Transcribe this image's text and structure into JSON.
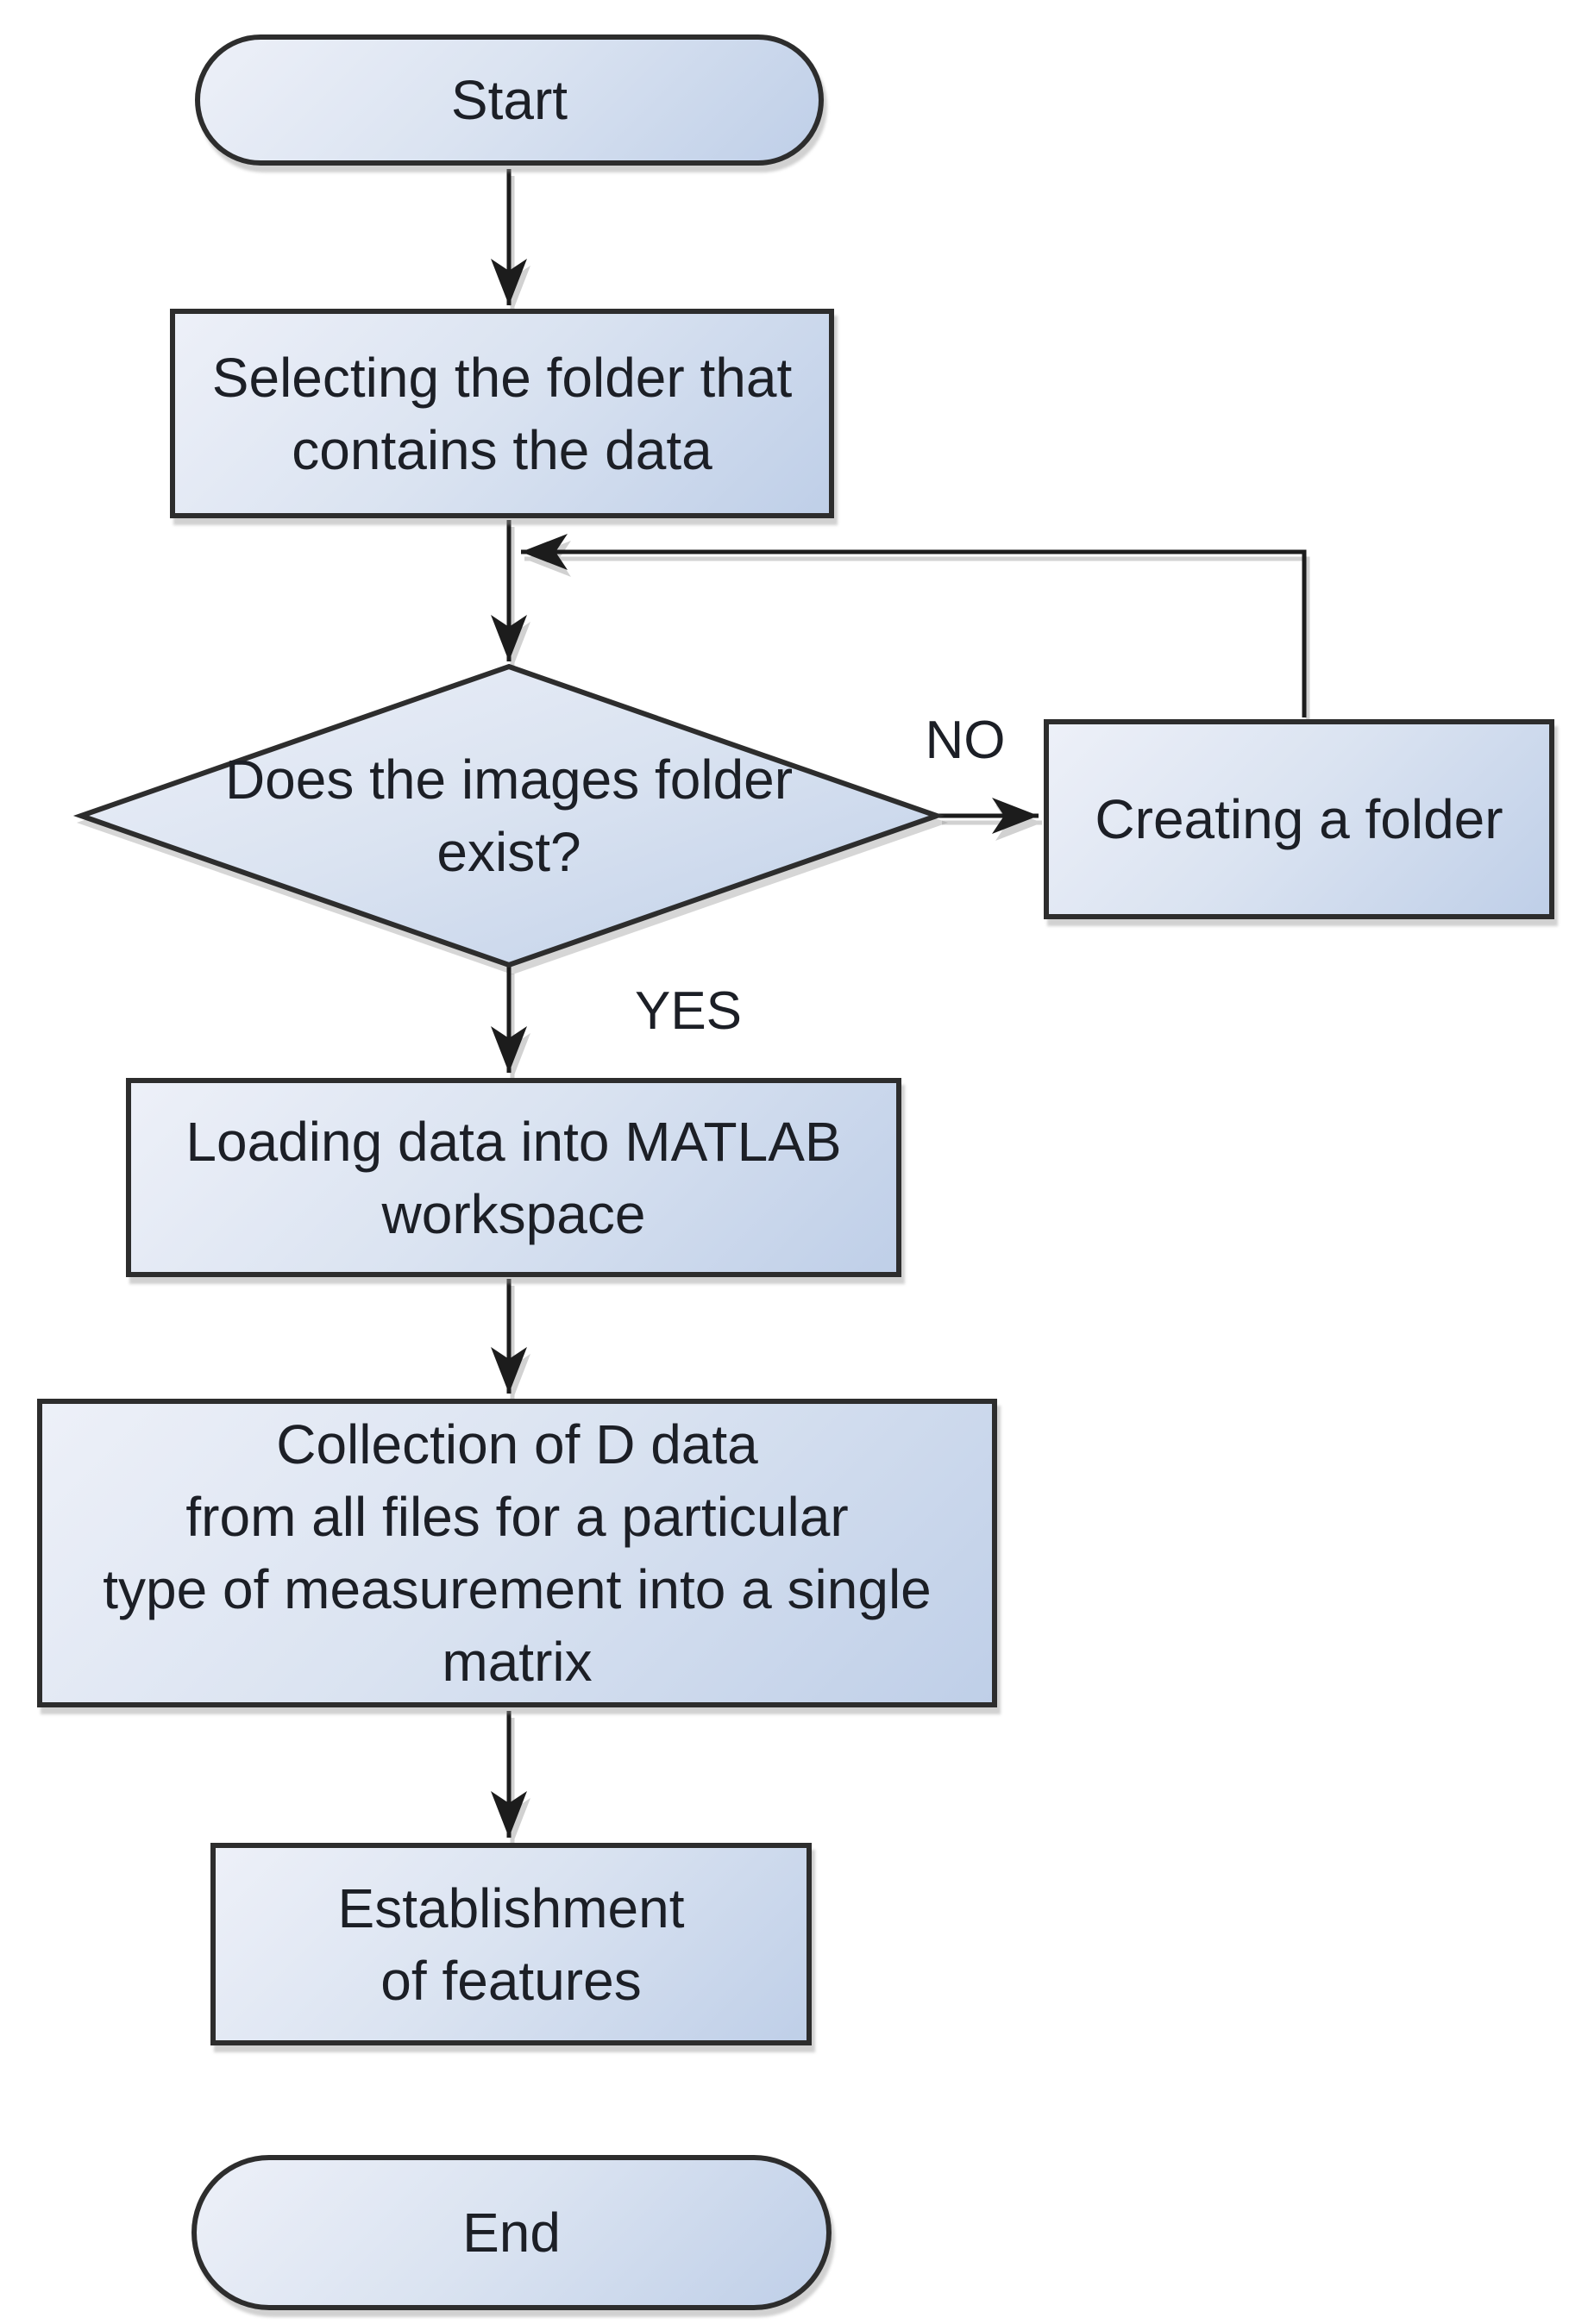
{
  "diagram_type": "flowchart",
  "colors": {
    "background": "#ffffff",
    "node_fill_light": "#edf0f8",
    "node_fill_dark": "#bfcfe8",
    "node_border": "#2d2d2d",
    "connector": "#1c1c1c",
    "text": "#1c1f26",
    "shadow": "#9a9a9a"
  },
  "nodes": {
    "start": {
      "type": "terminator",
      "lines": [
        "Start"
      ]
    },
    "select_folder": {
      "type": "process",
      "lines": [
        "Selecting the folder that",
        "contains the data"
      ]
    },
    "folder_exists": {
      "type": "decision",
      "lines": [
        "Does the images folder",
        "exist?"
      ]
    },
    "create_folder": {
      "type": "process",
      "lines": [
        "Creating a folder"
      ]
    },
    "load_data": {
      "type": "process",
      "lines": [
        "Loading data into MATLAB",
        "workspace"
      ]
    },
    "collect_data": {
      "type": "process",
      "lines": [
        "Collection of D data",
        "from all files for a particular",
        "type of measurement into a single",
        "matrix"
      ]
    },
    "features": {
      "type": "process",
      "lines": [
        "Establishment",
        "of features"
      ]
    },
    "end": {
      "type": "terminator",
      "lines": [
        "End"
      ]
    }
  },
  "edge_labels": {
    "no": "NO",
    "yes": "YES"
  }
}
